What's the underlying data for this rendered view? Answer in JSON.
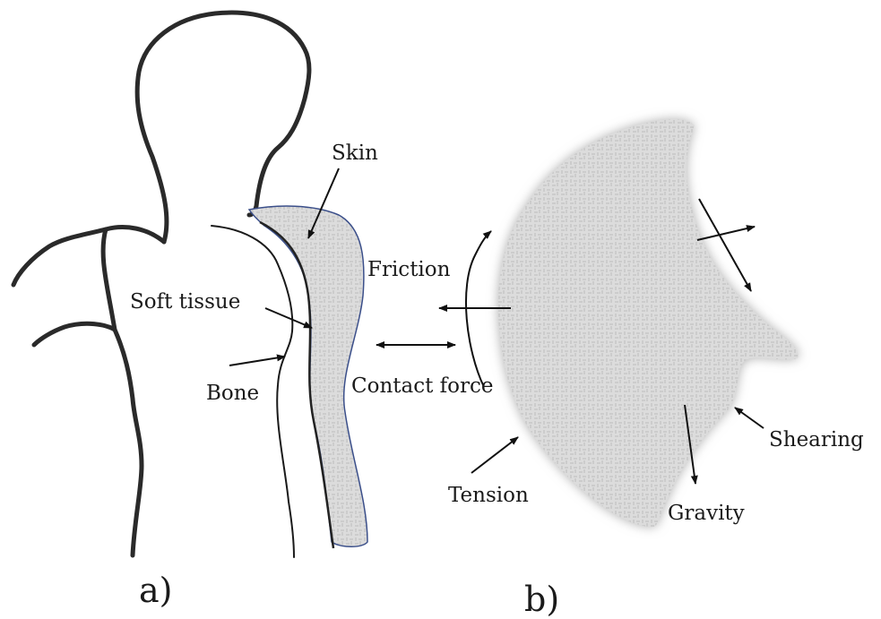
{
  "panel_a": {
    "caption": "a)",
    "labels": {
      "skin": "Skin",
      "soft_tissue": "Soft tissue",
      "bone": "Bone"
    }
  },
  "panel_b": {
    "caption": "b)",
    "labels": {
      "friction": "Friction",
      "contact_force": "Contact force",
      "tension": "Tension",
      "gravity": "Gravity",
      "shearing": "Shearing"
    }
  },
  "colors": {
    "outline": "#2a2a2a",
    "tissue_fill": "#d9d9d9",
    "tissue_edge": "#3b4f8a"
  }
}
